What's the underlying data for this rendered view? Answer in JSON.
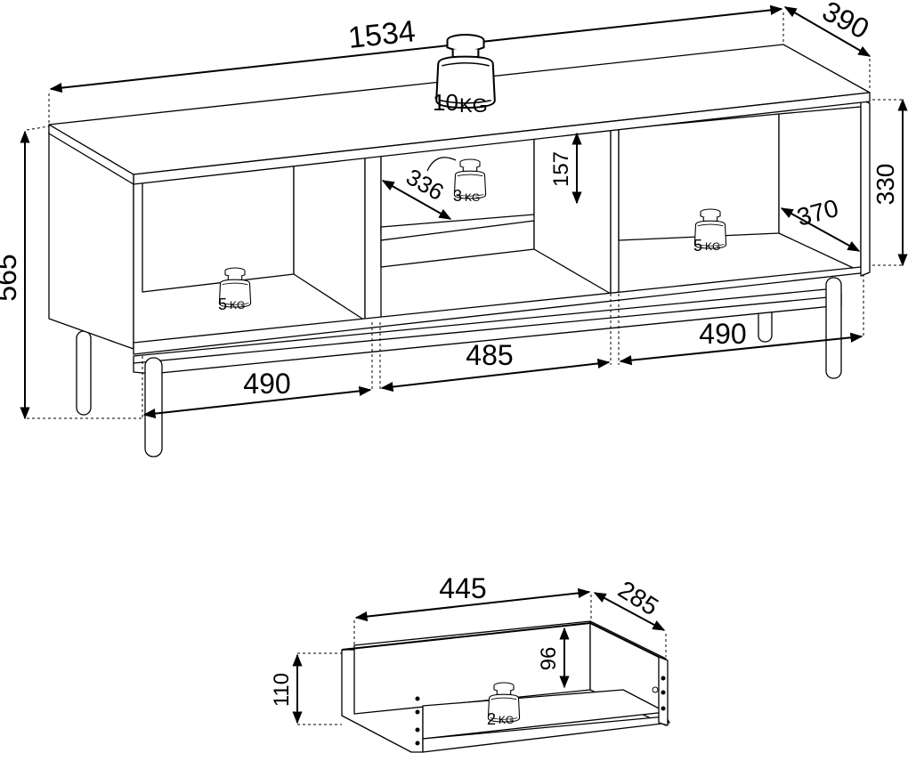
{
  "cabinet": {
    "width": "1534",
    "depth": "390",
    "height": "565",
    "compartment_height": "330",
    "inner_depth_right": "370",
    "shelf_depth_middle": "336",
    "shelf_height_middle": "157",
    "width_left": "490",
    "width_middle": "485",
    "width_right": "490"
  },
  "drawer": {
    "width": "445",
    "depth": "285",
    "inner_height": "96",
    "outer_height": "110"
  },
  "load_limits": {
    "top": {
      "num": "10",
      "unit": "KG"
    },
    "middle_shelf": {
      "num": "3",
      "unit": "KG"
    },
    "left_compartment": {
      "num": "5",
      "unit": "KG"
    },
    "right_compartment": {
      "num": "5",
      "unit": "KG"
    },
    "drawer": {
      "num": "2",
      "unit": "KG"
    }
  }
}
